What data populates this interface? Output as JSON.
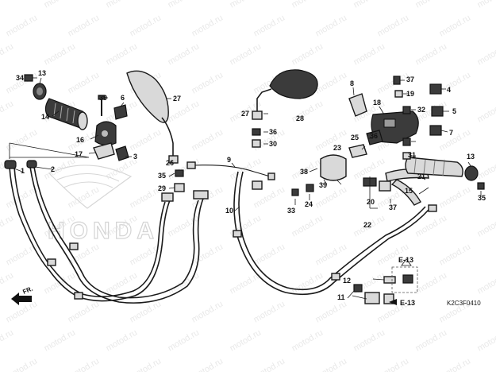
{
  "watermark": "motod.ru",
  "brand_text": "HONDA",
  "diagram_code": "K2C3F0410",
  "direction_label": "FR.",
  "section_refs": [
    "E-13",
    "E-13"
  ],
  "callouts": [
    "1",
    "2",
    "3",
    "4",
    "5",
    "6",
    "7",
    "8",
    "9",
    "10",
    "11",
    "12",
    "13",
    "13",
    "14",
    "15",
    "16",
    "17",
    "18",
    "19",
    "20",
    "21",
    "22",
    "23",
    "24",
    "25",
    "26",
    "27",
    "27",
    "28",
    "29",
    "30",
    "31",
    "32",
    "33",
    "34",
    "35",
    "35",
    "36",
    "36",
    "37",
    "37",
    "38",
    "39",
    "39",
    "40"
  ]
}
